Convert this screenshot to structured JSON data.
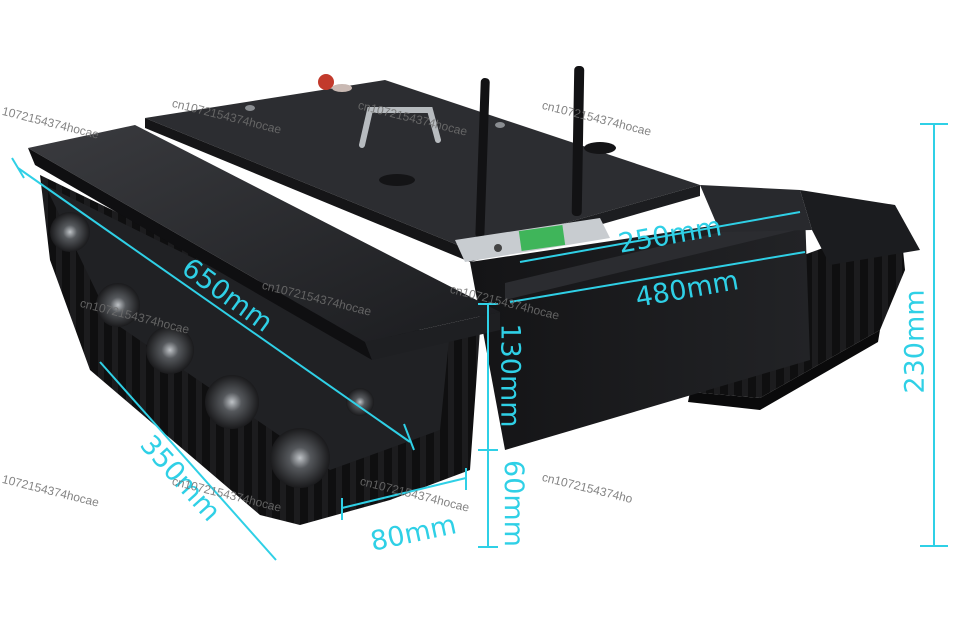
{
  "dimensions": {
    "d650": "650mm",
    "d350": "350mm",
    "d80": "80mm",
    "d250": "250mm",
    "d480": "480mm",
    "d130": "130mm",
    "d60": "60mm",
    "d230": "230mm"
  },
  "watermark": {
    "text": "cn1072154374hocae",
    "text_cut_left": "1072154374hocae",
    "text_cut_right": "cn1072154374ho"
  },
  "colors": {
    "dimension": "#2fd0e6",
    "body": "#1a1a1c",
    "background": "#ffffff"
  },
  "display_icon": "lcd-display-icon"
}
